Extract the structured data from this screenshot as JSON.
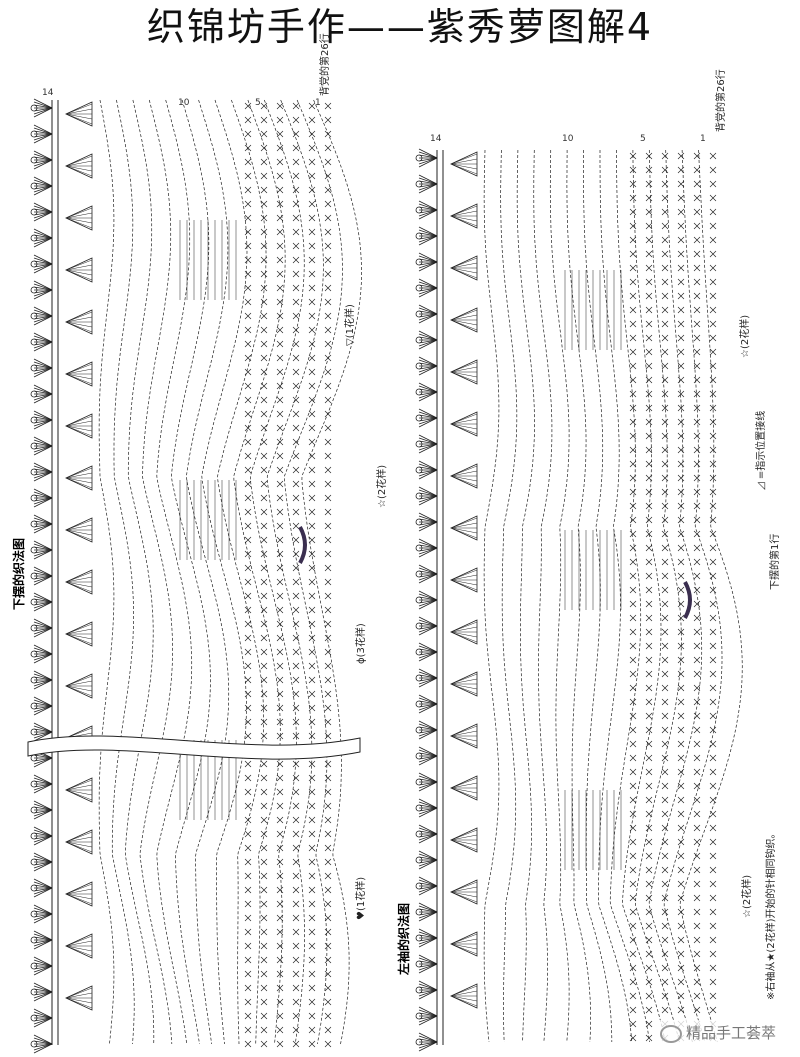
{
  "title": "织锦坊手作——紫秀萝图解4",
  "left_chart": {
    "title": "下摆的织法图",
    "row_label": "背党的第26行",
    "pattern_top": "▽(1花样)",
    "pattern_right": "☆(2花样)",
    "pattern_mid": "ɸ(3花样)",
    "pattern_bottom": "♥(1花样)",
    "row_numbers": [
      "14",
      "10",
      "5",
      "1"
    ]
  },
  "right_chart": {
    "title": "左袖的织法图",
    "row_label": "背党的第26行",
    "pattern_top": "☆(2花样)",
    "legend_note": "◿ =指示位置接线",
    "start_row": "下摆的第1行",
    "pattern_bottom": "☆(2花样)",
    "note": "※右袖从★(2花样)开始的针相同钩织。",
    "row_numbers": [
      "14",
      "10",
      "5",
      "1"
    ]
  },
  "watermark": "精品手工荟萃",
  "colors": {
    "ink": "#222222",
    "accent": "#3a2e4f"
  }
}
